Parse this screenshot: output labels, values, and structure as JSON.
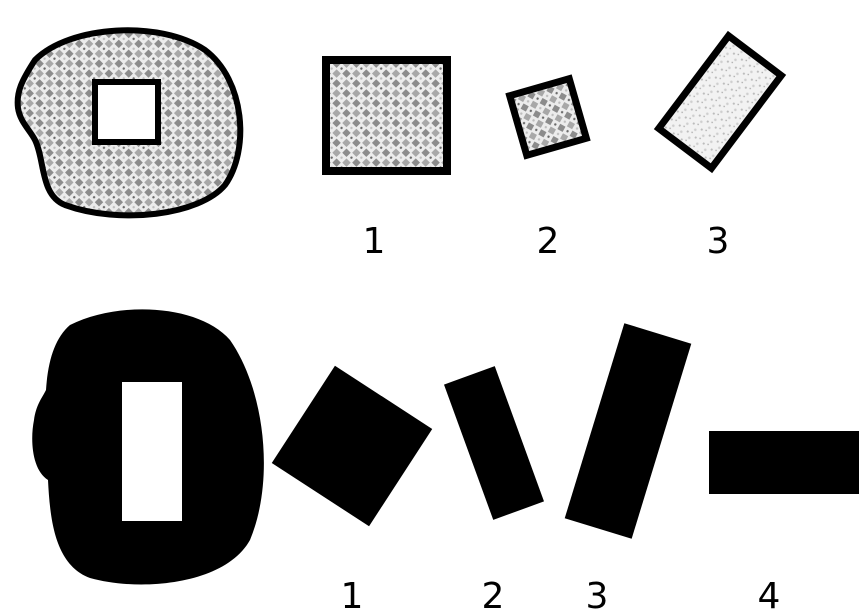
{
  "colors": {
    "ink": "#000000",
    "paper": "#ffffff",
    "texture": "#9a9a9a"
  },
  "top_row": {
    "labels": [
      "1",
      "2",
      "3"
    ]
  },
  "bottom_row": {
    "labels": [
      "1",
      "2",
      "3",
      "4"
    ]
  }
}
